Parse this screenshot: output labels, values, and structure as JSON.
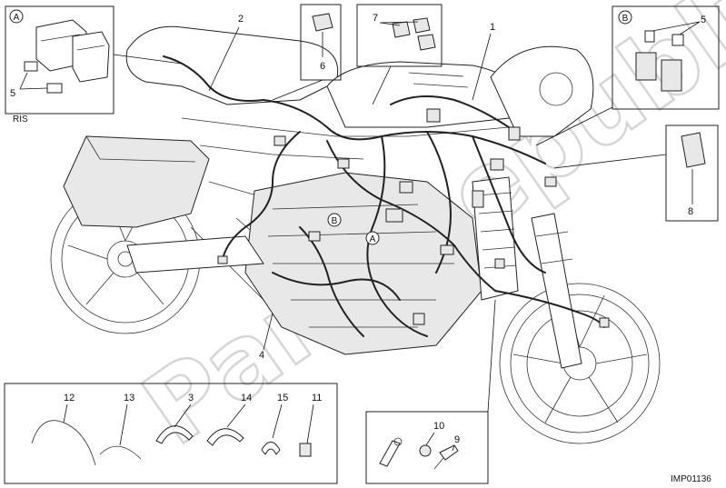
{
  "diagram": {
    "image_code": "IMP01136",
    "watermark": "PartsRepublik",
    "small_note": "RIS",
    "callouts": {
      "c1": "1",
      "c2": "2",
      "c3": "3",
      "c4": "4",
      "c5a": "5",
      "c5b": "5",
      "c6": "6",
      "c7": "7",
      "c8": "8",
      "c9": "9",
      "c10": "10",
      "c11": "11",
      "c12": "12",
      "c13": "13",
      "c14": "14",
      "c15": "15"
    },
    "detail_markers": {
      "a_box": "A",
      "b_box": "B",
      "a_bike": "A",
      "b_bike": "B"
    }
  }
}
